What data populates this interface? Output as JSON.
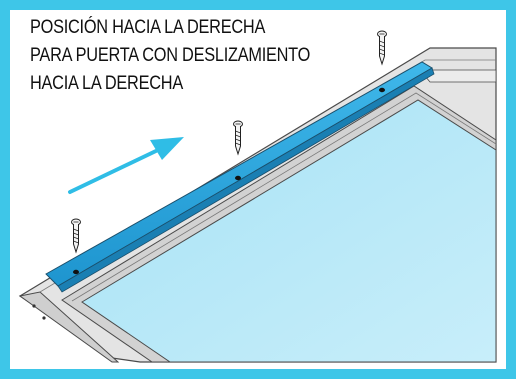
{
  "instruction": {
    "lines": [
      "POSICIÓN HACIA LA DERECHA",
      "PARA PUERTA CON DESLIZAMIENTO",
      "HACIA LA DERECHA"
    ]
  },
  "colors": {
    "border": "#3ec6e8",
    "arrow": "#2fbde6",
    "rail": "#29a9e0",
    "glass": "#bfe9f7",
    "frame": "#d9d9d9",
    "outline": "#4a4a4a"
  },
  "parts": {
    "screws": [
      "screw-icon",
      "screw-icon",
      "screw-icon"
    ],
    "arrow_icon": "arrow-up-right-icon"
  }
}
